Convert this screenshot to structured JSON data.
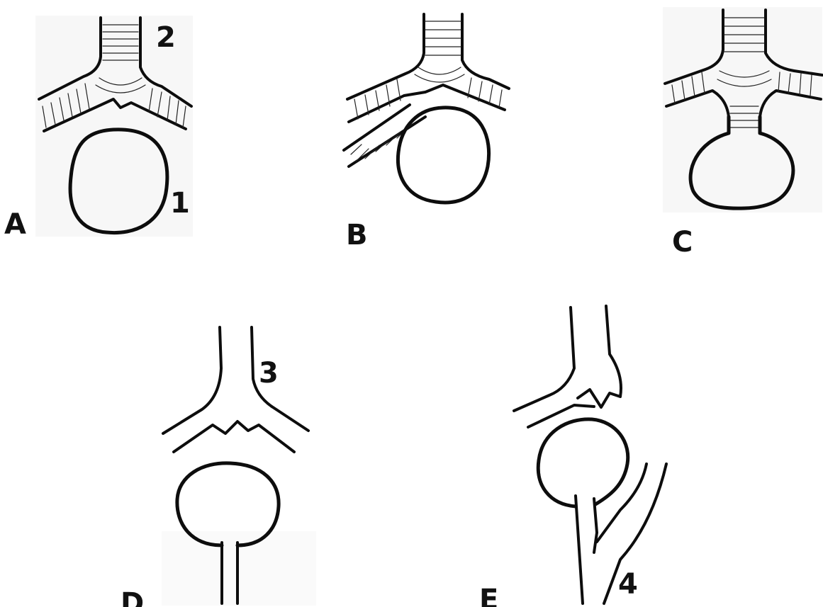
{
  "panels": {
    "A": {
      "label": "A",
      "numbers": [
        "2",
        "1"
      ]
    },
    "B": {
      "label": "B"
    },
    "C": {
      "label": "C"
    },
    "D": {
      "label": "D",
      "numbers": [
        "3"
      ]
    },
    "E": {
      "label": "E",
      "numbers": [
        "4"
      ]
    }
  },
  "colors": {
    "ink": "#0d0d0d",
    "background": "#ffffff"
  }
}
